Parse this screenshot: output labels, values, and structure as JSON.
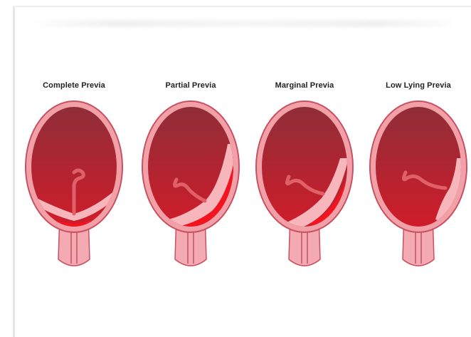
{
  "colors": {
    "outer_wall": "#f2a0a8",
    "wall_stroke": "#c85060",
    "cavity_top": "#8f2e38",
    "cavity_bottom": "#d01c2a",
    "placenta": "#f2141e",
    "membrane": "#f6b6bc",
    "cord": "#e0606a",
    "cervix": "#f4aab2"
  },
  "panels": [
    {
      "label": "Complete Previa"
    },
    {
      "label": "Partial Previa"
    },
    {
      "label": "Marginal Previa"
    },
    {
      "label": "Low Lying Previa"
    }
  ]
}
